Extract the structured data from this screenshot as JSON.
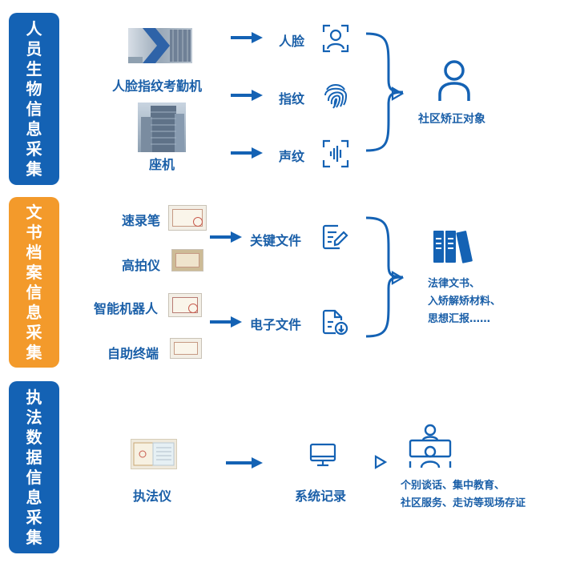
{
  "colors": {
    "primary_blue": "#1462b4",
    "accent_orange": "#f39a2b",
    "text_blue": "#1a5fa8"
  },
  "sections": [
    {
      "title": "人员生物信息采集",
      "color": "#1462b4",
      "devices": [
        "人脸指纹考勤机",
        "座机"
      ],
      "outputs": [
        "人脸",
        "指纹",
        "声纹"
      ],
      "output_icons": [
        "face-scan-icon",
        "fingerprint-icon",
        "voiceprint-icon"
      ],
      "result": "社区矫正对象",
      "result_icon": "person-icon"
    },
    {
      "title": "文书档案信息采集",
      "color": "#f39a2b",
      "devices": [
        "速录笔",
        "高拍仪",
        "智能机器人",
        "自助终端"
      ],
      "outputs": [
        "关键文件",
        "电子文件"
      ],
      "output_icons": [
        "edit-document-icon",
        "download-document-icon"
      ],
      "result": [
        "法律文书、",
        "入矫解矫材料、",
        "思想汇报……"
      ],
      "result_icon": "books-icon"
    },
    {
      "title": "执法数据信息采集",
      "color": "#1462b4",
      "devices": [
        "执法仪"
      ],
      "outputs": [
        "系统记录"
      ],
      "output_icons": [
        "monitor-icon"
      ],
      "result": [
        "个别谈话、集中教育、",
        "社区服务、走访等现场存证"
      ],
      "result_icon": "meeting-icon"
    }
  ]
}
